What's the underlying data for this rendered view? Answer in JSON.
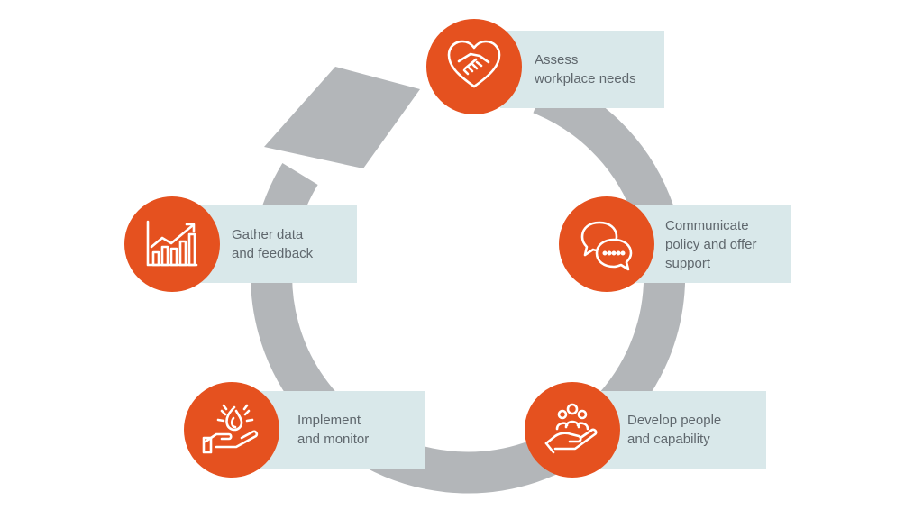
{
  "colors": {
    "accent": "#e5511f",
    "label_box": "#d9e8ea",
    "arrow": "#b3b6b9",
    "text": "#5f676d",
    "icon_stroke": "#ffffff"
  },
  "cycle": {
    "direction": "clockwise",
    "steps": [
      {
        "id": "assess",
        "label_lines": [
          "Assess",
          "workplace needs"
        ],
        "icon": "heart-handshake-icon"
      },
      {
        "id": "communicate",
        "label_lines": [
          "Communicate",
          "policy and offer",
          "support"
        ],
        "icon": "speech-bubbles-icon"
      },
      {
        "id": "develop",
        "label_lines": [
          "Develop people",
          "and capability"
        ],
        "icon": "hand-holding-people-icon"
      },
      {
        "id": "implement",
        "label_lines": [
          "Implement",
          "and monitor"
        ],
        "icon": "hand-holding-flame-icon"
      },
      {
        "id": "gather",
        "label_lines": [
          "Gather data",
          "and feedback"
        ],
        "icon": "growth-chart-icon"
      }
    ]
  }
}
